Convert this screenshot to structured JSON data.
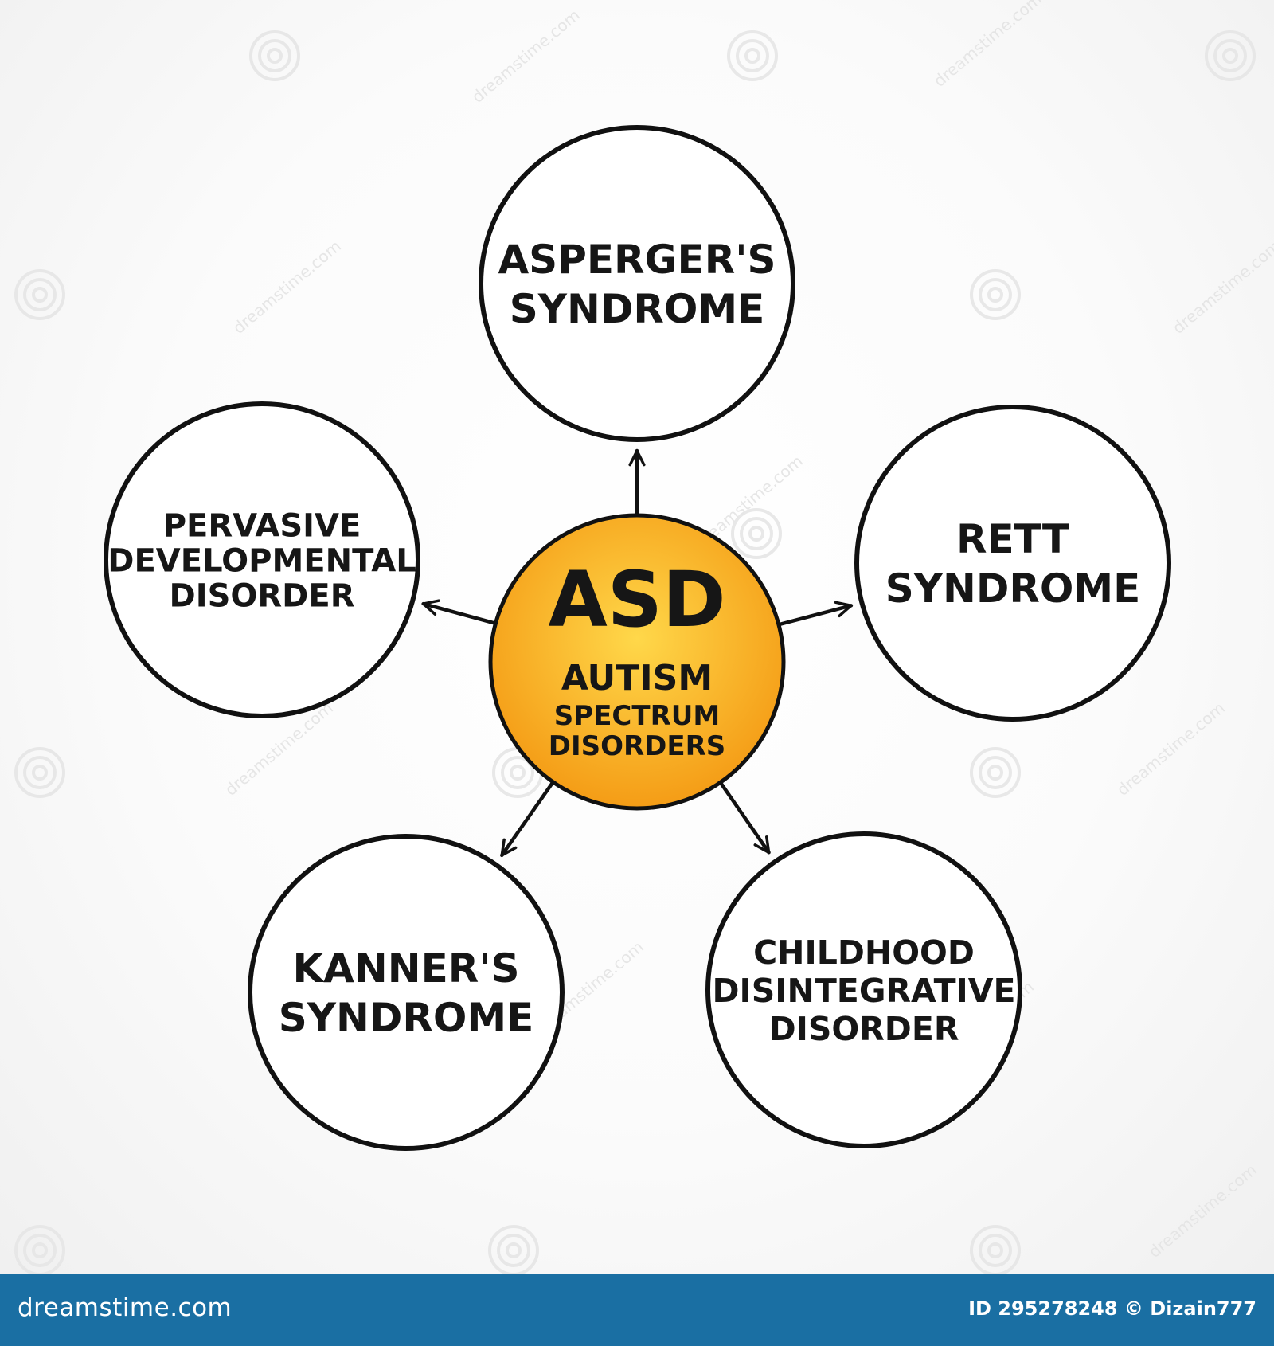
{
  "hub": {
    "abbreviation": "ASD",
    "lines": [
      "AUTISM",
      "SPECTRUM",
      "DISORDERS"
    ]
  },
  "nodes": [
    {
      "id": "aspergers",
      "lines": [
        "ASPERGER'S",
        "SYNDROME"
      ]
    },
    {
      "id": "rett",
      "lines": [
        "RETT",
        "SYNDROME"
      ]
    },
    {
      "id": "childhood-disintegrative",
      "lines": [
        "CHILDHOOD",
        "DISINTEGRATIVE",
        "DISORDER"
      ]
    },
    {
      "id": "kanners",
      "lines": [
        "KANNER'S",
        "SYNDROME"
      ]
    },
    {
      "id": "pervasive-developmental",
      "lines": [
        "PERVASIVE",
        "DEVELOPMENTAL",
        "DISORDER"
      ]
    }
  ],
  "colors": {
    "hub_fill_light": "#ffd84a",
    "hub_fill_dark": "#f49a14",
    "stroke": "#111111",
    "footer": "#1a6fa3"
  },
  "watermark": {
    "text": "dreamstime.com",
    "icon": "spiral-icon"
  },
  "footer": {
    "brand": "dreamstime.com",
    "credit": "ID 295278248 © Dizain777"
  }
}
